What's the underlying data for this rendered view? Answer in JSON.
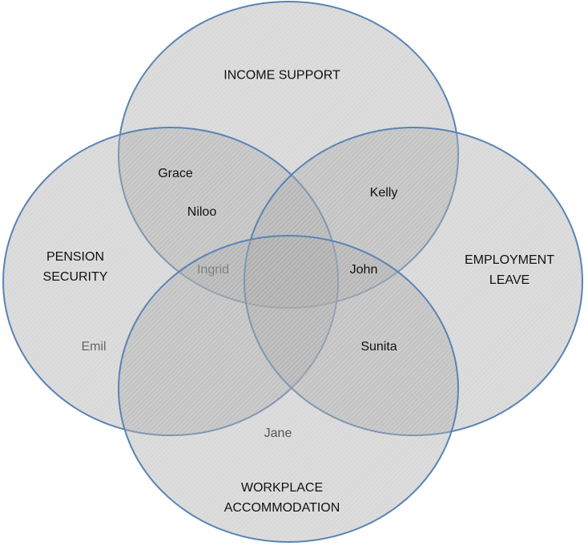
{
  "sets": [
    {
      "label": "INCOME SUPPORT"
    },
    {
      "label": "PENSION\nSECURITY"
    },
    {
      "label": "EMPLOYMENT\nLEAVE"
    },
    {
      "label": "WORKPLACE\nACCOMMODATION"
    }
  ],
  "names": [
    {
      "name": "Grace",
      "color": "#111111"
    },
    {
      "name": "Niloo",
      "color": "#111111"
    },
    {
      "name": "Kelly",
      "color": "#111111"
    },
    {
      "name": "Ingrid",
      "color": "#808080"
    },
    {
      "name": "John",
      "color": "#111111"
    },
    {
      "name": "Emil",
      "color": "#666666"
    },
    {
      "name": "Sunita",
      "color": "#111111"
    },
    {
      "name": "Jane",
      "color": "#555555"
    }
  ],
  "colors": {
    "stroke": "#5b83b5",
    "fill": "#a8a8a8"
  }
}
